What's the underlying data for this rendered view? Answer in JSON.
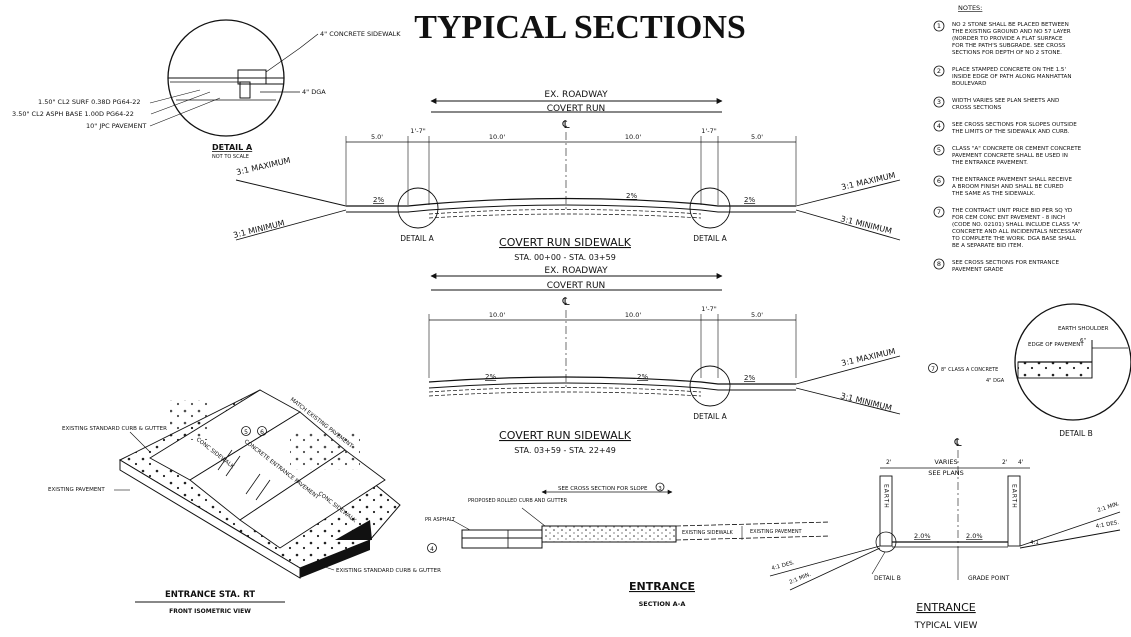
{
  "title": "TYPICAL SECTIONS",
  "notes": {
    "heading": "NOTES:",
    "items": [
      {
        "num": "1",
        "lines": [
          "NO 2 STONE SHALL BE PLACED BETWEEN",
          "THE EXISTING GROUND AND NO 57 LAYER",
          "(NORDER TO PROVIDE A FLAT SURFACE",
          "FOR THE PATH'S SUBGRADE. SEE CROSS",
          "SECTIONS FOR DEPTH OF NO 2 STONE."
        ]
      },
      {
        "num": "2",
        "lines": [
          "PLACE STAMPED CONCRETE ON THE 1.5'",
          "INSIDE EDGE OF PATH ALONG MANHATTAN",
          "BOULEVARD"
        ]
      },
      {
        "num": "3",
        "lines": [
          "WIDTH VARIES SEE PLAN SHEETS AND",
          "CROSS SECTIONS"
        ]
      },
      {
        "num": "4",
        "lines": [
          "SEE CROSS SECTIONS FOR SLOPES OUTSIDE",
          "THE LIMITS OF THE SIDEWALK AND CURB."
        ]
      },
      {
        "num": "5",
        "lines": [
          "CLASS \"A\" CONCRETE OR CEMENT CONCRETE",
          "PAVEMENT CONCRETE SHALL BE USED IN",
          "THE ENTRANCE PAVEMENT."
        ]
      },
      {
        "num": "6",
        "lines": [
          "THE ENTRANCE PAVEMENT SHALL RECEIVE",
          "A BROOM FINISH AND SHALL BE CURED",
          "THE SAME AS THE SIDEWALK."
        ]
      },
      {
        "num": "7",
        "lines": [
          "THE CONTRACT UNIT PRICE BID PER SQ YD",
          "FOR CEM CONC ENT PAVEMENT - 8 INCH",
          "(CODE NO. 02101) SHALL INCLUDE CLASS \"A\"",
          "CONCRETE AND ALL INCIDENTALS NECESSARY",
          "TO COMPLETE THE WORK. DGA BASE SHALL",
          "BE A SEPARATE BID ITEM."
        ]
      },
      {
        "num": "8",
        "lines": [
          "SEE CROSS SECTIONS FOR ENTRANCE",
          "PAVEMENT GRADE"
        ]
      }
    ]
  },
  "detail_a": {
    "title": "DETAIL A",
    "subtitle": "NOT TO SCALE",
    "label_sidewalk": "4\" CONCRETE SIDEWALK",
    "label_dga": "4\" DGA",
    "label_surf": "1.50\" CL2 SURF 0.38D PG64-22",
    "label_base": "3.50\" CL2 ASPH BASE 1.00D PG64-22",
    "label_jpc": "10\" JPC PAVEMENT"
  },
  "section1": {
    "roadway": "EX. ROADWAY",
    "run": "COVERT RUN",
    "cl": "℄",
    "dims": [
      "5.0'",
      "1'-7\"",
      "10.0'",
      "10.0'",
      "1'-7\"",
      "5.0'"
    ],
    "slope_max_l": "3:1 MAXIMUM",
    "slope_min_l": "3:1 MINIMUM",
    "slope_max_r": "3:1 MAXIMUM",
    "slope_min_r": "3:1 MINIMUM",
    "pct_l": "2%",
    "pct_c": "2%",
    "pct_r": "2%",
    "detail_l": "DETAIL A",
    "detail_r": "DETAIL A",
    "name": "COVERT RUN SIDEWALK",
    "sta": "STA. 00+00 - STA. 03+59"
  },
  "section2": {
    "roadway": "EX. ROADWAY",
    "run": "COVERT RUN",
    "cl": "℄",
    "dims": [
      "10.0'",
      "10.0'",
      "1'-7\"",
      "5.0'"
    ],
    "slope_max": "3:1 MAXIMUM",
    "slope_min": "3:1 MINIMUM",
    "pct_l": "2%",
    "pct_c": "2%",
    "pct_r": "2%",
    "detail": "DETAIL A",
    "name": "COVERT RUN SIDEWALK",
    "sta": "STA. 03+59 - STA. 22+49"
  },
  "iso": {
    "label_curb_top": "EXISTING STANDARD CURB & GUTTER",
    "label_pavement": "EXISTING PAVEMENT",
    "label_curb_bot": "EXISTING STANDARD CURB & GUTTER",
    "label_match": "MATCH EXISTING PAVEMENT",
    "label_conc_sw_l": "CONC SIDEWALK",
    "label_conc_ent": "CONCRETE ENTRANCE PAVEMENT",
    "label_conc_sw_r": "CONC SIDEWALK",
    "circle5": "5",
    "circle6": "6",
    "title": "ENTRANCE STA. RT",
    "subtitle": "FRONT ISOMETRIC VIEW"
  },
  "entrance_aa": {
    "see_cross": "SEE CROSS SECTION FOR SLOPE",
    "circle3": "3",
    "circle4": "4",
    "label_rolled": "PROPOSED ROLLED CURB AND GUTTER",
    "label_asphalt": "PR ASPHALT",
    "label_ex_sw1": "EXISTING SIDEWALK",
    "label_ex_pave": "EXISTING PAVEMENT",
    "title": "ENTRANCE",
    "subtitle": "SECTION A-A"
  },
  "detail_b": {
    "label_shoulder": "EARTH SHOULDER",
    "label_edge": "EDGE OF PAVEMENT",
    "label_conc": "8\" CLASS A CONCRETE",
    "circle7": "7",
    "label_dga": "4\" DGA",
    "dim": "6\"",
    "title": "DETAIL B"
  },
  "typical_view": {
    "cl": "℄",
    "varies": "VARIES",
    "see_plans": "SEE PLANS",
    "dim_2l": "2'",
    "dim_2r": "2'",
    "dim_4": "4'",
    "earth": "EARTH",
    "pct_l": "2.0%",
    "pct_r": "2.0%",
    "slope_ll1": "4:1 DES.",
    "slope_ll2": "2:1 MIN.",
    "slope_rr1": "2:1 MIN.",
    "slope_rr2": "4:1 DES.",
    "slope_r3": "4:1",
    "detail_b": "DETAIL B",
    "grade_point": "GRADE POINT",
    "title": "ENTRANCE",
    "subtitle": "TYPICAL VIEW"
  }
}
